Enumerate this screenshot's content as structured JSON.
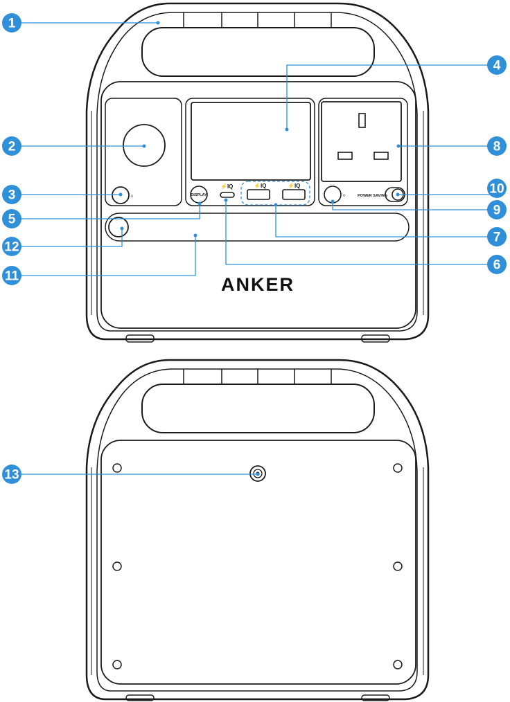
{
  "colors": {
    "accent": "#2f8fd8",
    "outline": "#1a1a1a"
  },
  "front": {
    "brand": "ANKER",
    "display_button_label": "DISPLAY",
    "power_saving_label": "POWER SAVING",
    "usb_c_label": "⚡IQ",
    "usb_a1_label": "⚡IQ",
    "usb_a2_label": "⚡IQ"
  },
  "callouts": [
    "1",
    "2",
    "3",
    "4",
    "5",
    "6",
    "7",
    "8",
    "9",
    "10",
    "11",
    "12",
    "13"
  ]
}
